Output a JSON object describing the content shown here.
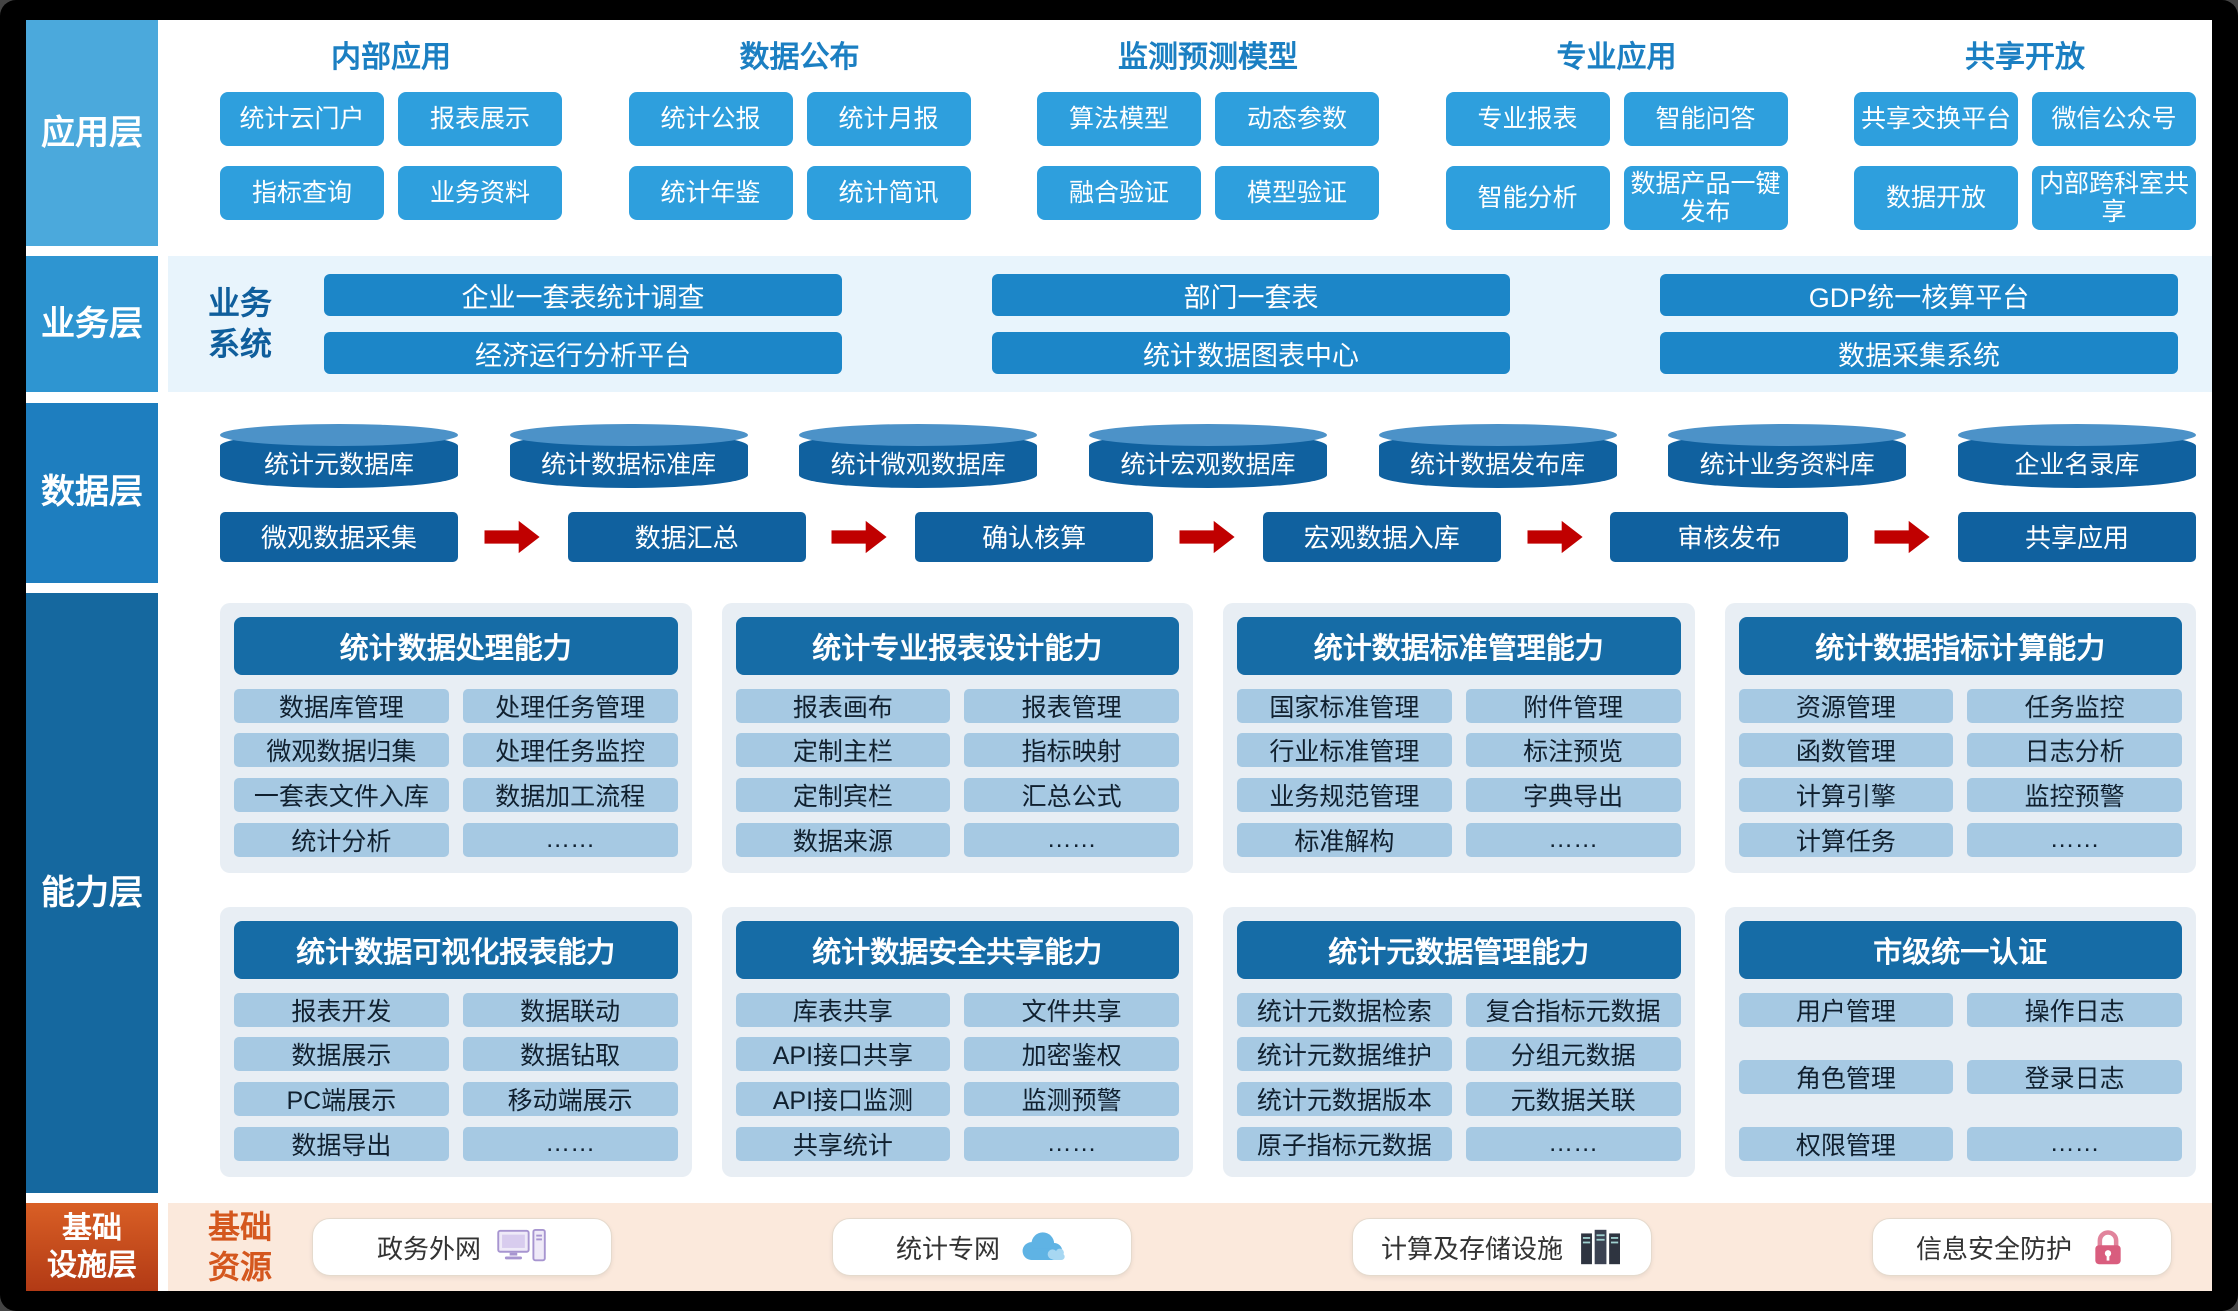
{
  "colors": {
    "app_layer": "#4BA9DC",
    "business_layer": "#2E95D1",
    "data_layer": "#1E7EBF",
    "capability_layer": "#15689F",
    "infra_layer": "#C94B1C",
    "app_button": "#2E9FDD",
    "group_title": "#1B7FC2",
    "business_bg": "#E8F4FC",
    "business_bar": "#1C86C8",
    "cylinder": "#10619F",
    "flow_arrow": "#C00000",
    "panel_header": "#166CA6",
    "panel_item": "#A6C9E3",
    "infra_bg": "#FBE9DC",
    "infra_accent": "#D4571E"
  },
  "layers": {
    "application": {
      "label": "应用层",
      "groups": [
        {
          "title": "内部应用",
          "items": [
            "统计云门户",
            "报表展示",
            "指标查询",
            "业务资料"
          ]
        },
        {
          "title": "数据公布",
          "items": [
            "统计公报",
            "统计月报",
            "统计年鉴",
            "统计简讯"
          ]
        },
        {
          "title": "监测预测模型",
          "items": [
            "算法模型",
            "动态参数",
            "融合验证",
            "模型验证"
          ]
        },
        {
          "title": "专业应用",
          "items": [
            "专业报表",
            "智能问答",
            "智能分析",
            "数据产品一键发布"
          ]
        },
        {
          "title": "共享开放",
          "items": [
            "共享交换平台",
            "微信公众号",
            "数据开放",
            "内部跨科室共享"
          ]
        }
      ]
    },
    "business": {
      "label": "业务层",
      "system_label": "业务\n系统",
      "columns": [
        [
          "企业一套表统计调查",
          "经济运行分析平台"
        ],
        [
          "部门一套表",
          "统计数据图表中心"
        ],
        [
          "GDP统一核算平台",
          "数据采集系统"
        ]
      ]
    },
    "data": {
      "label": "数据层",
      "databases": [
        "统计元数据库",
        "统计数据标准库",
        "统计微观数据库",
        "统计宏观数据库",
        "统计数据发布库",
        "统计业务资料库",
        "企业名录库"
      ],
      "flow": [
        "微观数据采集",
        "数据汇总",
        "确认核算",
        "宏观数据入库",
        "审核发布",
        "共享应用"
      ]
    },
    "capability": {
      "label": "能力层",
      "panels": [
        {
          "title": "统计数据处理能力",
          "items": [
            "数据库管理",
            "处理任务管理",
            "微观数据归集",
            "处理任务监控",
            "一套表文件入库",
            "数据加工流程",
            "统计分析",
            "……"
          ]
        },
        {
          "title": "统计专业报表设计能力",
          "items": [
            "报表画布",
            "报表管理",
            "定制主栏",
            "指标映射",
            "定制宾栏",
            "汇总公式",
            "数据来源",
            "……"
          ]
        },
        {
          "title": "统计数据标准管理能力",
          "items": [
            "国家标准管理",
            "附件管理",
            "行业标准管理",
            "标注预览",
            "业务规范管理",
            "字典导出",
            "标准解构",
            "……"
          ]
        },
        {
          "title": "统计数据指标计算能力",
          "items": [
            "资源管理",
            "任务监控",
            "函数管理",
            "日志分析",
            "计算引擎",
            "监控预警",
            "计算任务",
            "……"
          ]
        },
        {
          "title": "统计数据可视化报表能力",
          "items": [
            "报表开发",
            "数据联动",
            "数据展示",
            "数据钻取",
            "PC端展示",
            "移动端展示",
            "数据导出",
            "……"
          ]
        },
        {
          "title": "统计数据安全共享能力",
          "items": [
            "库表共享",
            "文件共享",
            "API接口共享",
            "加密鉴权",
            "API接口监测",
            "监测预警",
            "共享统计",
            "……"
          ]
        },
        {
          "title": "统计元数据管理能力",
          "items": [
            "统计元数据检索",
            "复合指标元数据",
            "统计元数据维护",
            "分组元数据",
            "统计元数据版本",
            "元数据关联",
            "原子指标元数据",
            "……"
          ]
        },
        {
          "title": "市级统一认证",
          "items": [
            "用户管理",
            "操作日志",
            "角色管理",
            "登录日志",
            "权限管理",
            "……"
          ]
        }
      ]
    },
    "infrastructure": {
      "label": "基础\n设施层",
      "resource_label": "基础\n资源",
      "items": [
        {
          "label": "政务外网",
          "icon": "computer-icon"
        },
        {
          "label": "统计专网",
          "icon": "cloud-icon"
        },
        {
          "label": "计算及存储设施",
          "icon": "server-icon"
        },
        {
          "label": "信息安全防护",
          "icon": "lock-icon"
        }
      ]
    }
  }
}
